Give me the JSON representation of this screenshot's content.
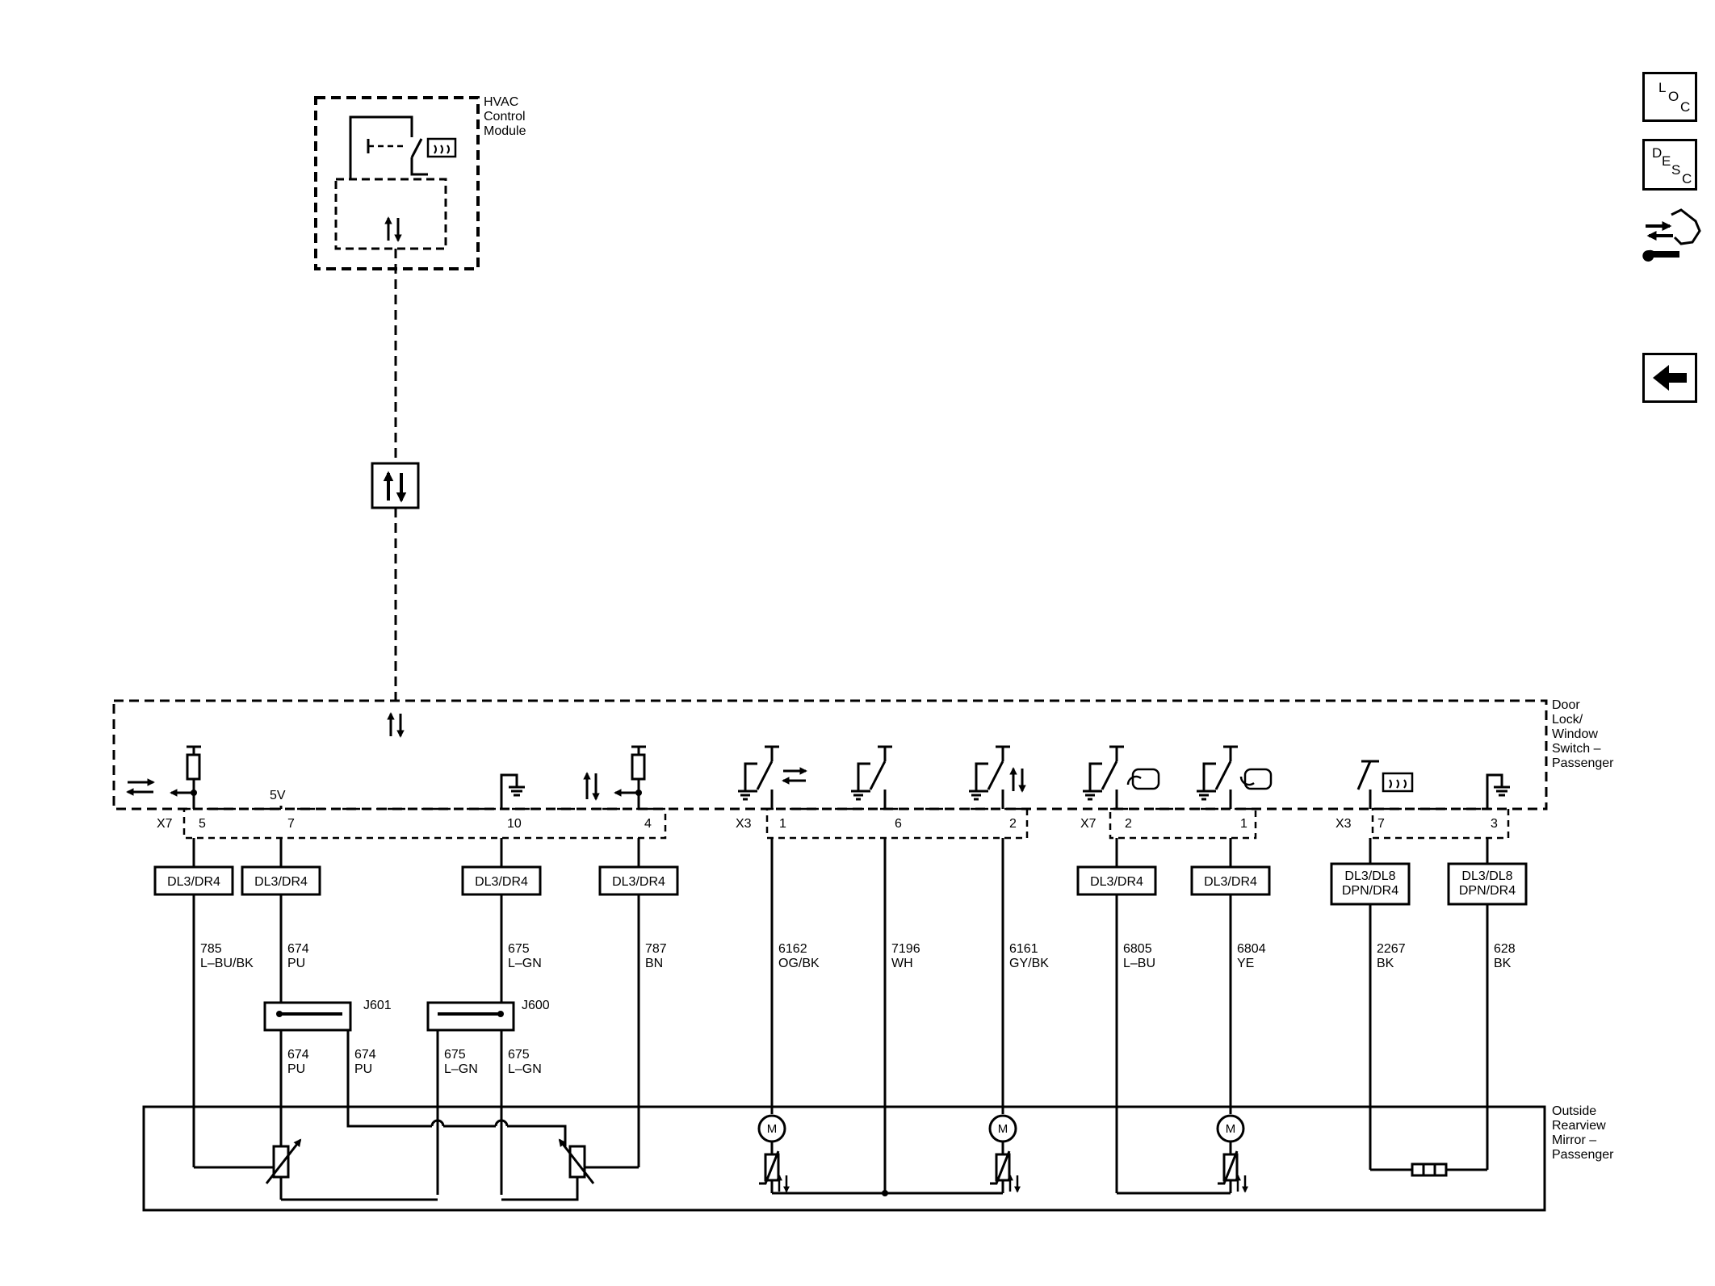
{
  "modules": {
    "hvac": [
      "HVAC",
      "Control",
      "Module"
    ],
    "door_switch": [
      "Door",
      "Lock/",
      "Window",
      "Switch –",
      "Passenger"
    ],
    "mirror": [
      "Outside",
      "Rearview",
      "Mirror –",
      "Passenger"
    ]
  },
  "connectors": {
    "x7": "X7",
    "x3": "X3"
  },
  "supply_label": "5V",
  "pins": [
    "5",
    "7",
    "10",
    "4",
    "1",
    "6",
    "2",
    "2",
    "1",
    "7",
    "3"
  ],
  "options": {
    "dl3_dr4": "DL3/DR4",
    "dl3_dl8": "DL3/DL8",
    "dpn_dr4": "DPN/DR4"
  },
  "wires": [
    {
      "circuit": "785",
      "color": "L–BU/BK"
    },
    {
      "circuit": "674",
      "color": "PU"
    },
    {
      "circuit": "675",
      "color": "L–GN"
    },
    {
      "circuit": "787",
      "color": "BN"
    },
    {
      "circuit": "6162",
      "color": "OG/BK"
    },
    {
      "circuit": "7196",
      "color": "WH"
    },
    {
      "circuit": "6161",
      "color": "GY/BK"
    },
    {
      "circuit": "6805",
      "color": "L–BU"
    },
    {
      "circuit": "6804",
      "color": "YE"
    },
    {
      "circuit": "2267",
      "color": "BK"
    },
    {
      "circuit": "628",
      "color": "BK"
    }
  ],
  "splices": {
    "j601": {
      "id": "J601",
      "left": {
        "circuit": "674",
        "color": "PU"
      },
      "right": {
        "circuit": "674",
        "color": "PU"
      }
    },
    "j600": {
      "id": "J600",
      "left": {
        "circuit": "675",
        "color": "L–GN"
      },
      "right": {
        "circuit": "675",
        "color": "L–GN"
      }
    }
  },
  "motor_label": "M",
  "nav": {
    "loc": {
      "l": "L",
      "o": "O",
      "c": "C"
    },
    "desc": {
      "d": "D",
      "e": "E",
      "s": "S",
      "c": "C"
    }
  },
  "icons": [
    "loc-icon",
    "desc-icon",
    "connector-wrench-icon",
    "back-arrow-icon"
  ]
}
